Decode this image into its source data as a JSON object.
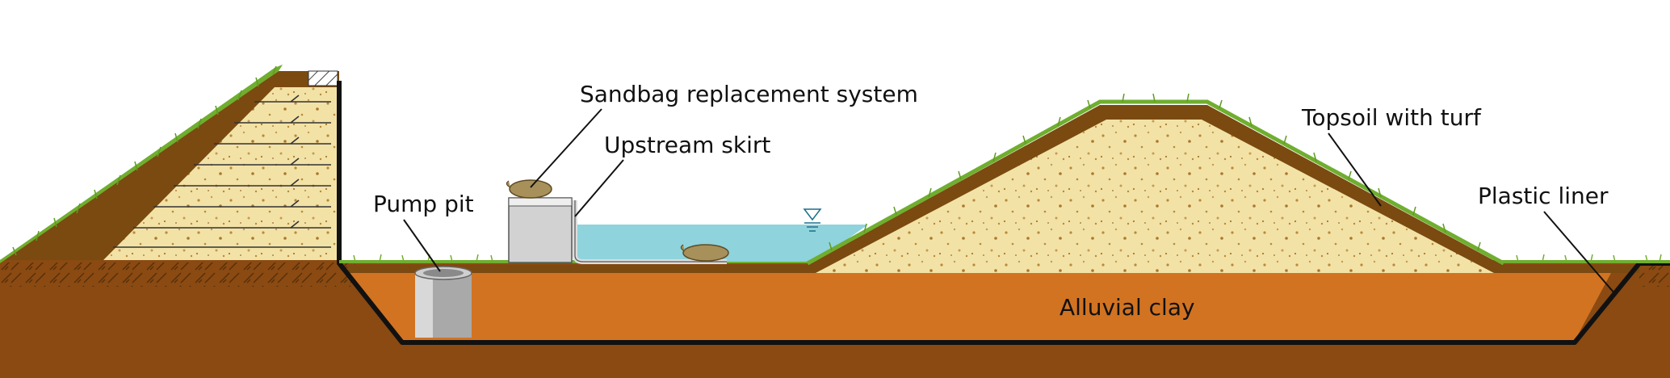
{
  "labels": {
    "sandbag_system": "Sandbag replacement system",
    "upstream_skirt": "Upstream skirt",
    "pump_pit": "Pump pit",
    "topsoil": "Topsoil with turf",
    "plastic_liner": "Plastic liner",
    "alluvial_clay": "Alluvial clay"
  },
  "colors": {
    "clay": "#d27322",
    "ground": "#8a4a12",
    "ground_dark": "#6e3a0d",
    "sand": "#f3e2a6",
    "topsoil": "#7a4a10",
    "grass": "#6fae2f",
    "water": "#8fd3dc",
    "liner": "#111111"
  }
}
